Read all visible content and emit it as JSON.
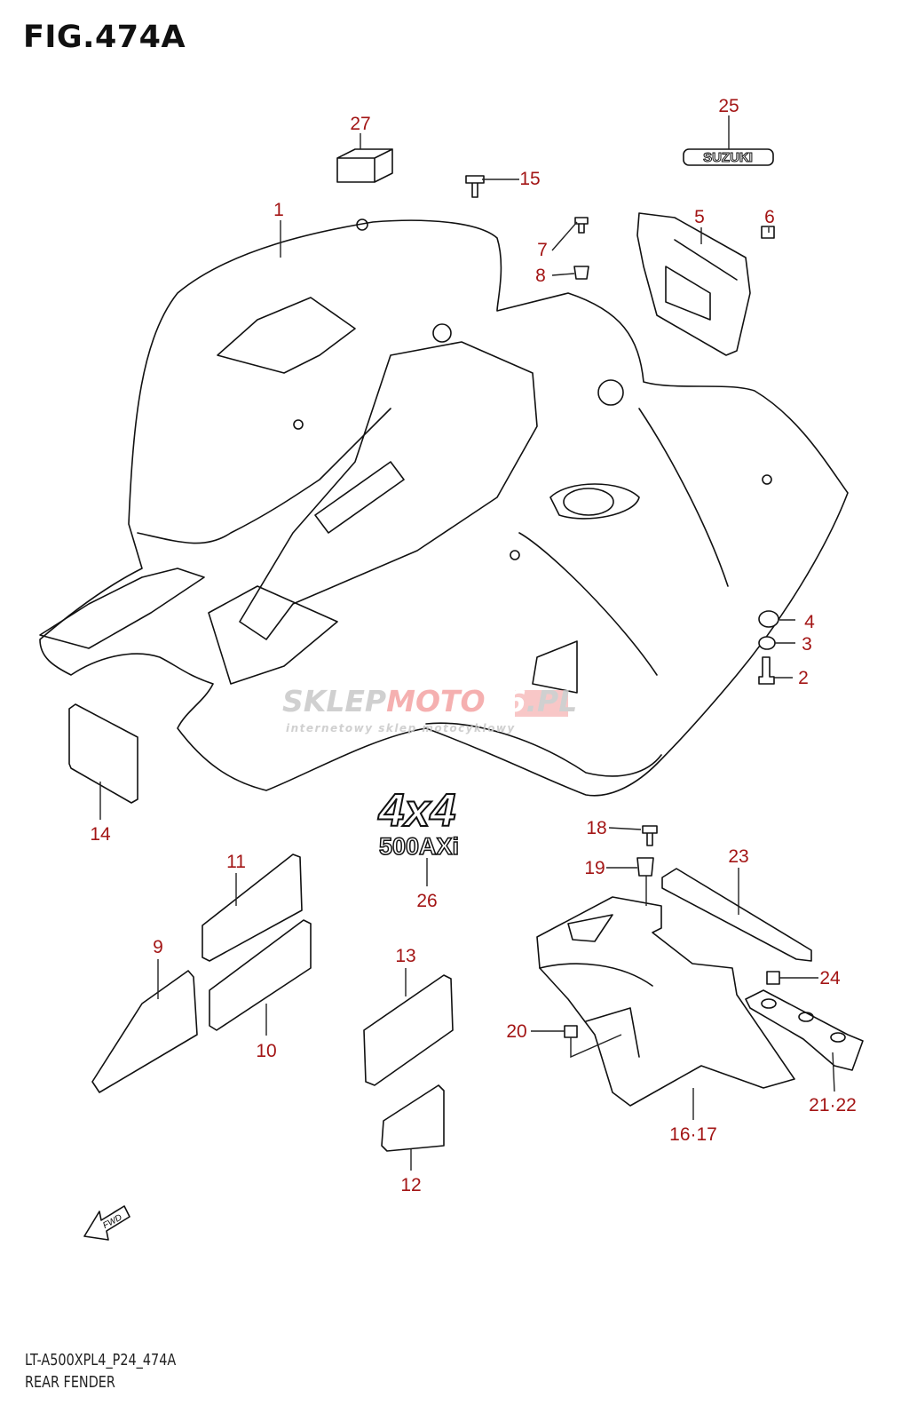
{
  "figure": {
    "title": "FIG.474A",
    "code": "LT-A500XPL4_P24_474A",
    "name": "REAR FENDER"
  },
  "colors": {
    "callout": "#a31515",
    "line": "#111111",
    "watermark_grey": "#c8c8c8",
    "watermark_red": "#f4a3a3"
  },
  "watermark": {
    "brand_a": "SKLEP",
    "brand_b": "MOTO",
    "brand_c": "46",
    "brand_d": ".PL",
    "tagline": "internetowy sklep motocyklowy"
  },
  "decals": {
    "suzuki": "SUZUKI",
    "four_by_four": "4x4",
    "model": "500AXi",
    "fwd": "FWD"
  },
  "callouts": [
    "1",
    "27",
    "25",
    "15",
    "5",
    "6",
    "7",
    "8",
    "4",
    "3",
    "2",
    "14",
    "26",
    "18",
    "19",
    "23",
    "11",
    "9",
    "13",
    "24",
    "10",
    "20",
    "21·22",
    "16·17",
    "12"
  ]
}
